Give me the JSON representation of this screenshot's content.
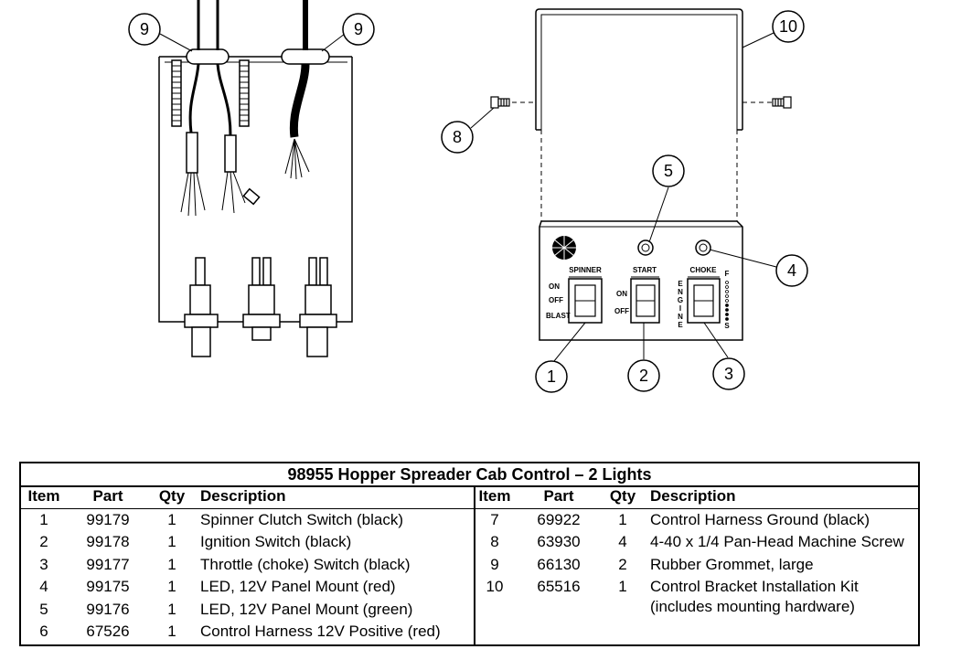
{
  "diagram": {
    "callouts": [
      "9",
      "9",
      "10",
      "8",
      "5",
      "4",
      "1",
      "2",
      "3"
    ],
    "panel_labels": {
      "spinner": "SPINNER",
      "start": "START",
      "choke": "CHOKE",
      "on": "ON",
      "off": "OFF",
      "blast": "BLAST",
      "start_on": "ON",
      "start_off": "OFF",
      "engine": "ENGINE",
      "f": "F",
      "s": "S"
    }
  },
  "table": {
    "title": "98955  Hopper Spreader Cab Control – 2 Lights",
    "headers": [
      "Item",
      "Part",
      "Qty",
      "Description"
    ],
    "left_rows": [
      {
        "item": "1",
        "part": "99179",
        "qty": "1",
        "desc": "Spinner Clutch Switch (black)"
      },
      {
        "item": "2",
        "part": "99178",
        "qty": "1",
        "desc": "Ignition Switch (black)"
      },
      {
        "item": "3",
        "part": "99177",
        "qty": "1",
        "desc": "Throttle (choke) Switch (black)"
      },
      {
        "item": "4",
        "part": "99175",
        "qty": "1",
        "desc": "LED, 12V Panel Mount (red)"
      },
      {
        "item": "5",
        "part": "99176",
        "qty": "1",
        "desc": "LED, 12V Panel Mount (green)"
      },
      {
        "item": "6",
        "part": "67526",
        "qty": "1",
        "desc": "Control Harness 12V Positive (red)"
      }
    ],
    "right_rows": [
      {
        "item": "7",
        "part": "69922",
        "qty": "1",
        "desc": "Control Harness Ground (black)"
      },
      {
        "item": "8",
        "part": "63930",
        "qty": "4",
        "desc": "4-40 x 1/4 Pan-Head Machine Screw"
      },
      {
        "item": "9",
        "part": "66130",
        "qty": "2",
        "desc": "Rubber Grommet, large"
      },
      {
        "item": "10",
        "part": "65516",
        "qty": "1",
        "desc": "Control Bracket Installation Kit"
      },
      {
        "item": "",
        "part": "",
        "qty": "",
        "desc": "(includes mounting hardware)"
      }
    ]
  }
}
